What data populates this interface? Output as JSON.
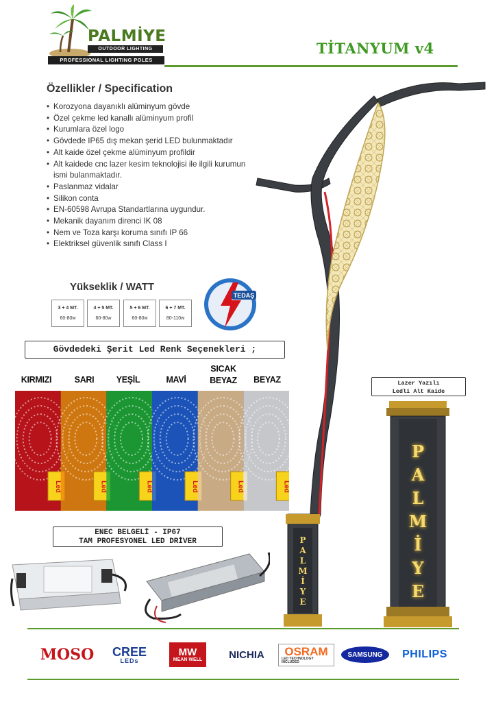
{
  "logo": {
    "brand": "PALMİYE",
    "tagline": "OUTDOOR LIGHTING",
    "strap": "PROFESSIONAL LIGHTING POLES"
  },
  "product_title": "TİTANYUM v4",
  "spec": {
    "title": "Özellikler / Specification",
    "items": [
      "Korozyona dayanıklı alüminyum gövde",
      "Özel çekme led kanallı alüminyum profil",
      "Kurumlara özel logo",
      "Gövdede IP65 dış mekan şerid LED bulunmaktadır",
      "Alt kaide özel çekme alüminyum profildir",
      "Alt kaidede cnc lazer kesim teknolojisi ile ilgili kurumun ismi bulanmaktadır.",
      "Paslanmaz vidalar",
      "Silikon conta",
      "EN-60598 Avrupa Standartlarına uygundur.",
      "Mekanik dayanım direnci IK 08",
      "Nem ve Toza karşı koruma sınıfı IP 66",
      "Elektriksel güvenlik sınıfı Class I"
    ]
  },
  "height": {
    "title": "Yükseklik / WATT",
    "options": [
      {
        "height": "3 + 4 MT.",
        "watt": "60-80w"
      },
      {
        "height": "4 + 5 MT.",
        "watt": "60-80w"
      },
      {
        "height": "5 + 6 MT.",
        "watt": "60-80w"
      },
      {
        "height": "6 + 7 MT.",
        "watt": "80-110w"
      }
    ]
  },
  "tedas": "TEDAŞ",
  "led_colors": {
    "title": "Gövdedeki Şerit Led Renk Seçenekleri ;",
    "labels": [
      "KIRMIZI",
      "SARI",
      "YEŞİL",
      "MAVİ",
      "SICAK BEYAZ",
      "BEYAZ"
    ],
    "tag": "Led",
    "colors": [
      "#d4141c",
      "#f08a10",
      "#1fae3a",
      "#1f5fd6",
      "#e9c59a",
      "#e6e8ec"
    ]
  },
  "driver": {
    "line1": "ENEC BELGELİ - IP67",
    "line2": "TAM PROFESYONEL LED DRİVER"
  },
  "base": {
    "line1": "Lazer Yazılı",
    "line2": "Ledli Alt Kaide",
    "engraving": [
      "P",
      "A",
      "L",
      "M",
      "İ",
      "Y",
      "E"
    ]
  },
  "brands": [
    "MOSO",
    "CREE",
    "LEDs",
    "MW",
    "MEAN WELL",
    "NICHIA",
    "OSRAM",
    "LED TECHNOLOGY INCLUDED",
    "SAMSUNG",
    "PHILIPS"
  ]
}
